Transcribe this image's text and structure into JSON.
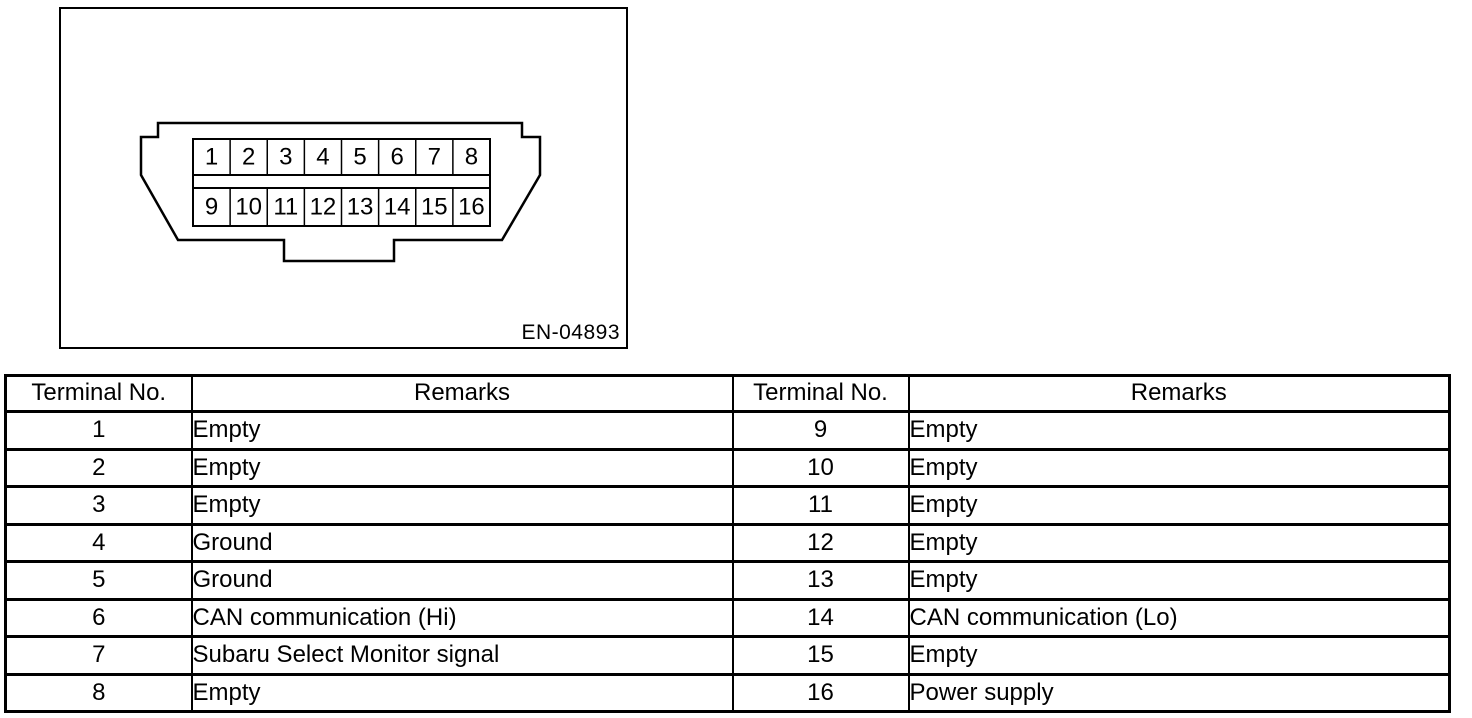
{
  "figure": {
    "code": "EN-04893",
    "connector": {
      "top_row": [
        "1",
        "2",
        "3",
        "4",
        "5",
        "6",
        "7",
        "8"
      ],
      "bottom_row": [
        "9",
        "10",
        "11",
        "12",
        "13",
        "14",
        "15",
        "16"
      ]
    }
  },
  "table": {
    "headers": [
      "Terminal No.",
      "Remarks",
      "Terminal No.",
      "Remarks"
    ],
    "rows": [
      [
        "1",
        "Empty",
        "9",
        "Empty"
      ],
      [
        "2",
        "Empty",
        "10",
        "Empty"
      ],
      [
        "3",
        "Empty",
        "11",
        "Empty"
      ],
      [
        "4",
        "Ground",
        "12",
        "Empty"
      ],
      [
        "5",
        "Ground",
        "13",
        "Empty"
      ],
      [
        "6",
        "CAN communication (Hi)",
        "14",
        "CAN communication (Lo)"
      ],
      [
        "7",
        "Subaru Select Monitor signal",
        "15",
        "Empty"
      ],
      [
        "8",
        "Empty",
        "16",
        "Power supply"
      ]
    ]
  },
  "colors": {
    "line": "#000000",
    "background": "#ffffff"
  }
}
